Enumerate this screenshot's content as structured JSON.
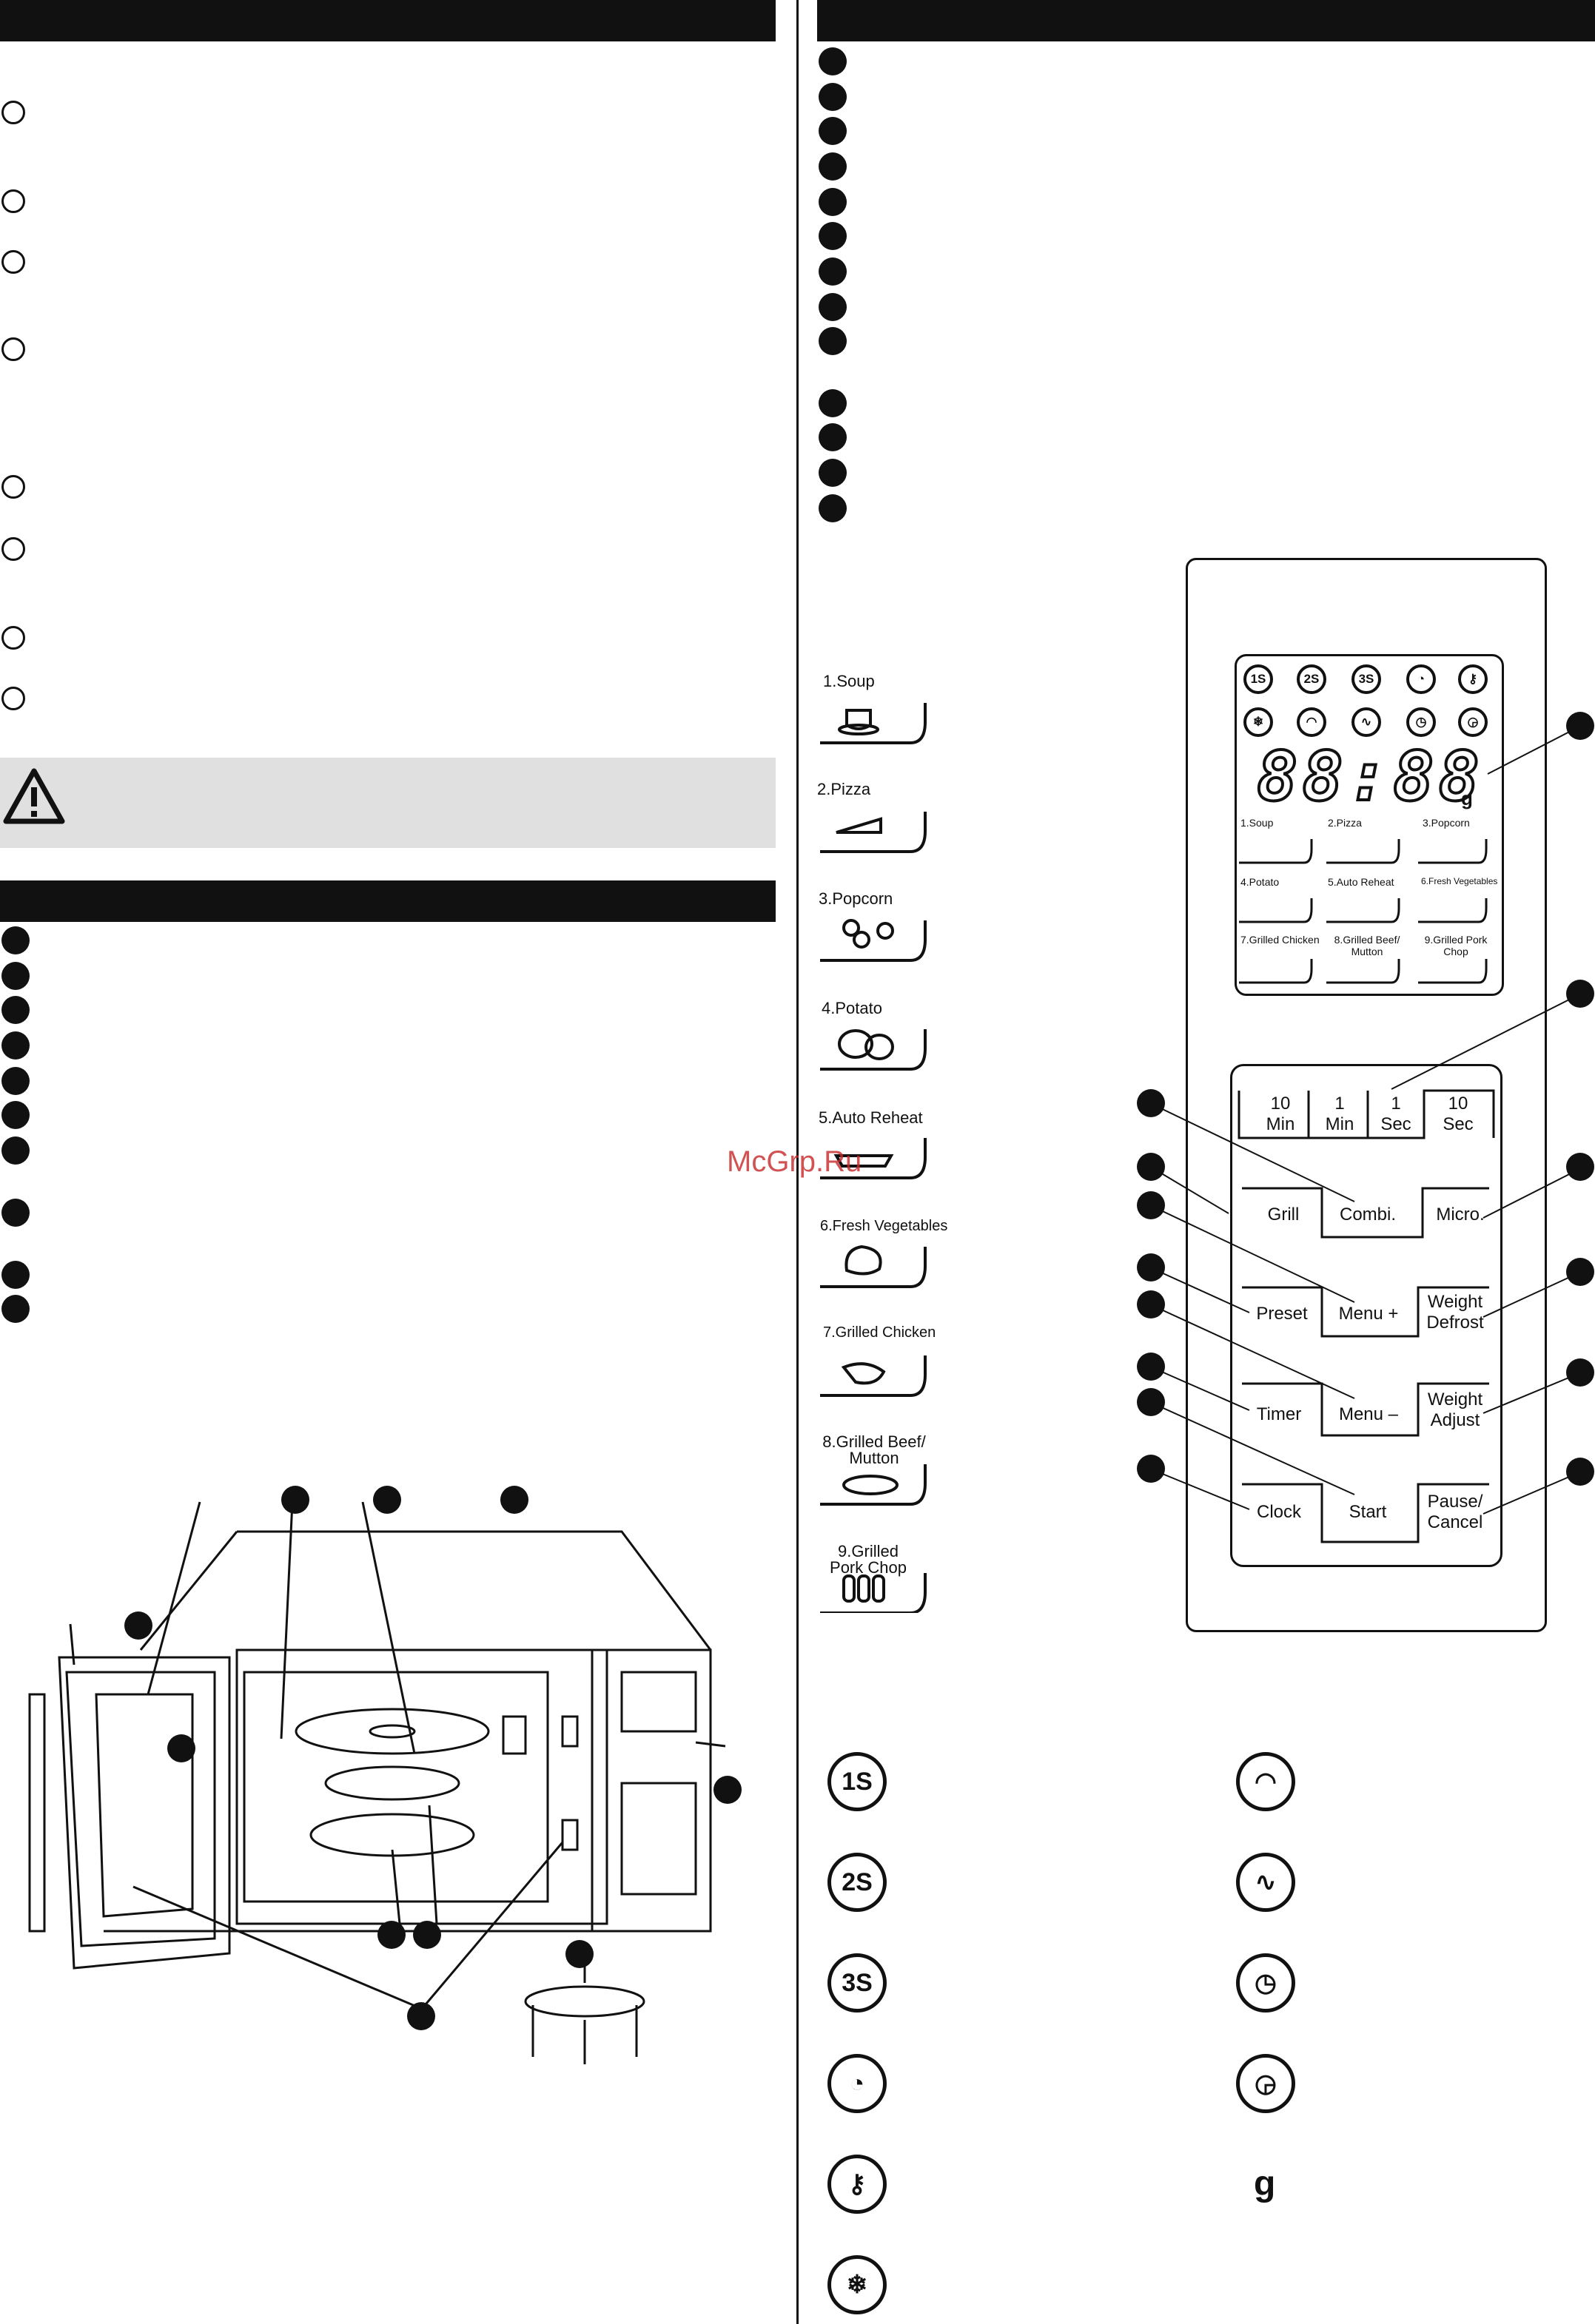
{
  "watermark": "McGrp.Ru",
  "display": {
    "digits": "88:88",
    "unit": "g",
    "mode_icons": [
      "1S",
      "2S",
      "3S",
      "timer-icon",
      "lock-icon",
      "defrost-icon",
      "grill-icon",
      "micro-icon",
      "clock-icon",
      "delay-icon"
    ]
  },
  "menus": [
    {
      "label": "1.Soup"
    },
    {
      "label": "2.Pizza"
    },
    {
      "label": "3.Popcorn"
    },
    {
      "label": "4.Potato"
    },
    {
      "label": "5.Auto Reheat"
    },
    {
      "label": "6.Fresh Vegetables"
    },
    {
      "label": "7.Grilled Chicken"
    },
    {
      "label": "8.Grilled Beef/ Mutton"
    },
    {
      "label": "9.Grilled Pork Chop"
    }
  ],
  "keys": {
    "min10": "10",
    "min10_unit": "Min",
    "min1": "1",
    "min1_unit": "Min",
    "sec1": "1",
    "sec1_unit": "Sec",
    "sec10": "10",
    "sec10_unit": "Sec",
    "grill": "Grill",
    "combi": "Combi.",
    "micro": "Micro.",
    "preset": "Preset",
    "menu_plus": "Menu +",
    "weight_defrost": "Weight Defrost",
    "timer": "Timer",
    "menu_minus": "Menu –",
    "weight_adjust": "Weight Adjust",
    "clock": "Clock",
    "start": "Start",
    "pause_cancel": "Pause/ Cancel"
  },
  "legend": {
    "icons_left": [
      "1S",
      "2S",
      "3S",
      "timer-icon",
      "lock-icon",
      "defrost-icon"
    ],
    "icons_right": [
      "grill-icon",
      "micro-icon",
      "clock-icon",
      "delay-icon",
      "g"
    ],
    "g_symbol": "g"
  }
}
